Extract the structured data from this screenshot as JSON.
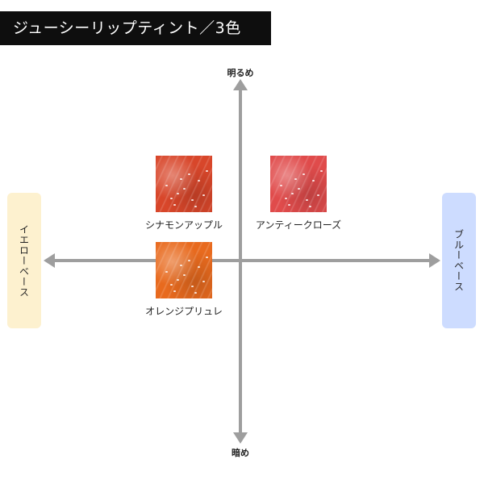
{
  "title": "ジューシーリップティント／3色",
  "axes": {
    "top_label": "明るめ",
    "bottom_label": "暗め",
    "left_label": "イエローベース",
    "right_label": "ブルーベース",
    "color": "#9e9e9e"
  },
  "panels": {
    "left_color": "#fdf1cf",
    "right_color": "#cddcff"
  },
  "shades": [
    {
      "name": "シナモンアップル",
      "color": "#d8462a"
    },
    {
      "name": "アンティークローズ",
      "color": "#e04b4b"
    },
    {
      "name": "オレンジプリュレ",
      "color": "#e86a1e"
    }
  ]
}
